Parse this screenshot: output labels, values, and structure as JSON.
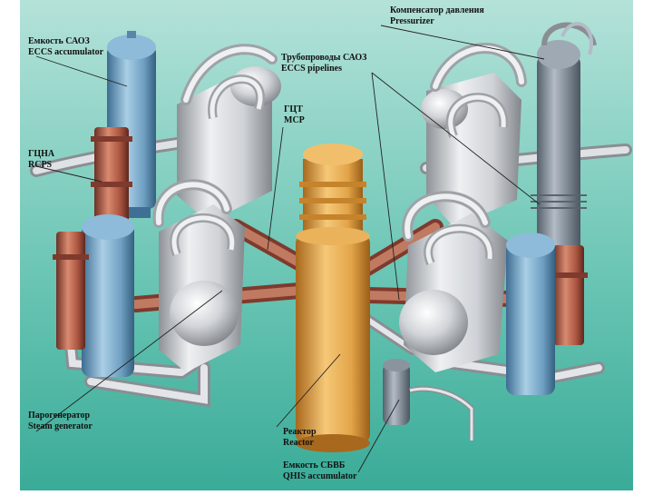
{
  "colors": {
    "background_top": "#a9ddd3",
    "background_bottom": "#3fae9c",
    "steel": "#d5d7da",
    "steel_dark": "#9fa3a8",
    "blue": "#7aaed0",
    "blue_dark": "#3f6f95",
    "red": "#b9654e",
    "red_dark": "#7e3a2c",
    "gold": "#e2a448",
    "gold_dark": "#a8681d"
  },
  "labels": {
    "ecsc_accumulator": {
      "ru": "Емкость САОЗ",
      "en": "ECCS accumulator"
    },
    "pressurizer": {
      "ru": "Компенсатор давления",
      "en": "Pressurizer"
    },
    "ecsc_pipelines": {
      "ru": "Трубопроводы САОЗ",
      "en": "ECCS pipelines"
    },
    "mcp": {
      "ru": "ГЦТ",
      "en": "MCP"
    },
    "rcps": {
      "ru": "ГЦНА",
      "en": "RCPS"
    },
    "steam_generator": {
      "ru": "Парогенератор",
      "en": "Steam generator"
    },
    "reactor": {
      "ru": "Реактор",
      "en": "Reactor"
    },
    "qhis_accumulator": {
      "ru": "Емкость СБВБ",
      "en": "QHIS accumulator"
    }
  }
}
